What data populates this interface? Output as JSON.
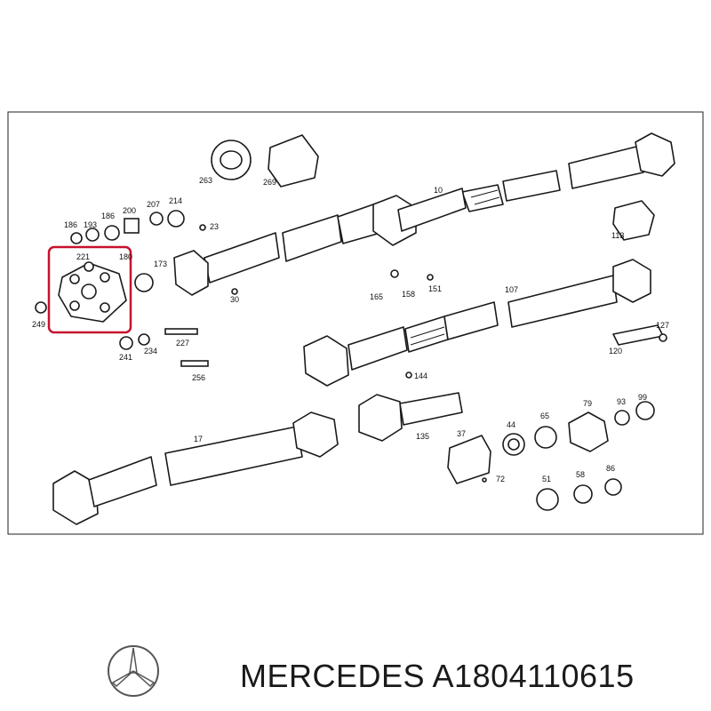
{
  "brand": "MERCEDES",
  "part_number": "A1804110615",
  "logo": "mercedes-star-icon",
  "highlight_color": "#c8102e",
  "callouts": [
    "263",
    "269",
    "10",
    "186",
    "193",
    "186",
    "200",
    "207",
    "214",
    "23",
    "113",
    "221",
    "180",
    "173",
    "30",
    "165",
    "158",
    "151",
    "107",
    "249",
    "227",
    "241",
    "234",
    "127",
    "120",
    "256",
    "144",
    "17",
    "135",
    "44",
    "65",
    "79",
    "93",
    "99",
    "37",
    "72",
    "51",
    "58",
    "86"
  ]
}
